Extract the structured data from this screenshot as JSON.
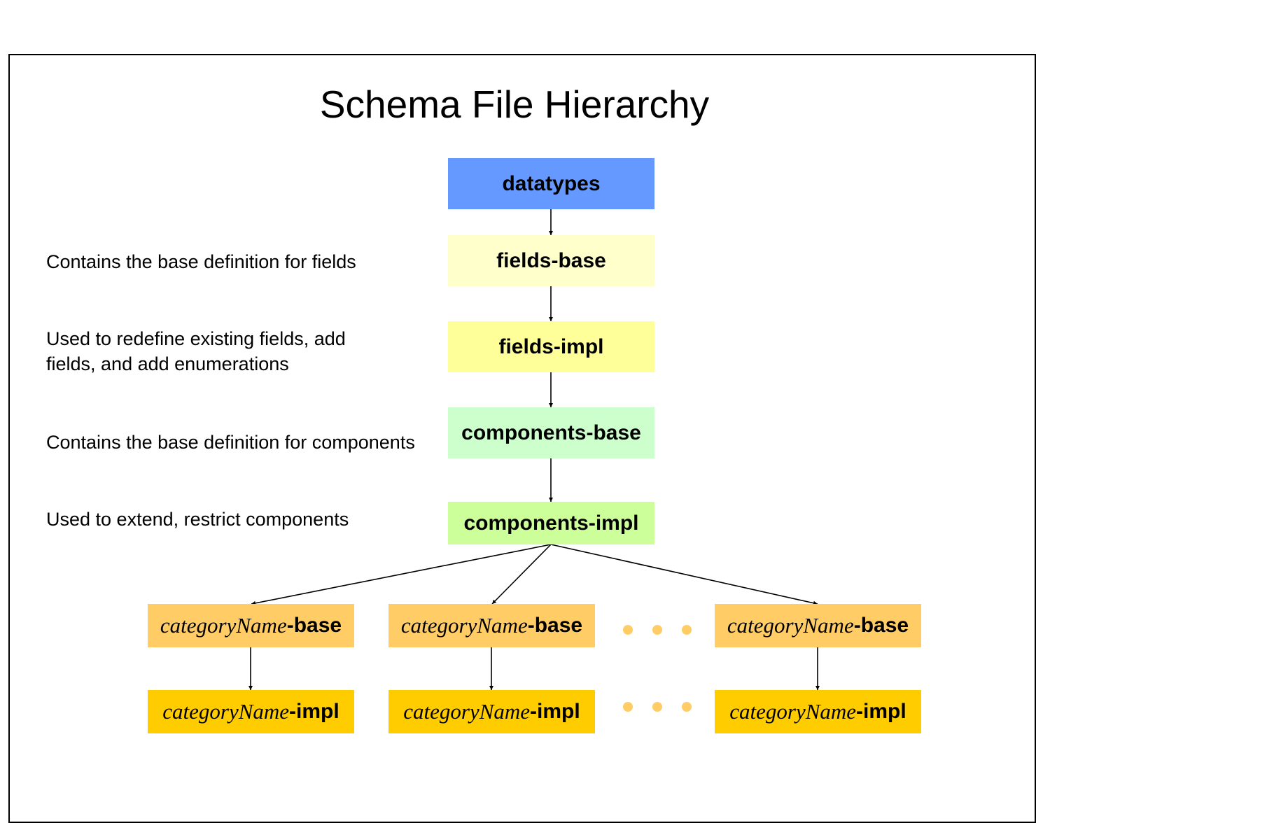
{
  "title": "Schema File Hierarchy",
  "colors": {
    "datatypes": "#6699ff",
    "fields_base": "#ffffcc",
    "fields_impl": "#ffff99",
    "components_base": "#ccffcc",
    "components_impl": "#ccff99",
    "category_base": "#ffcc66",
    "category_impl": "#ffcc00",
    "ellipsis_dot": "#ffcc66",
    "frame_border": "#000000"
  },
  "nodes": {
    "datatypes": "datatypes",
    "fields_base": "fields-base",
    "fields_impl": "fields-impl",
    "components_base": "components-base",
    "components_impl": "components-impl"
  },
  "notes": {
    "fields_base": "Contains the base definition for fields",
    "fields_impl_line1": "Used to redefine existing fields, add",
    "fields_impl_line2": "fields, and add enumerations",
    "components_base": "Contains the base definition for components",
    "components_impl": "Used to extend, restrict components"
  },
  "category": {
    "name": "categoryName",
    "base_suffix": "-base",
    "impl_suffix": "-impl"
  }
}
